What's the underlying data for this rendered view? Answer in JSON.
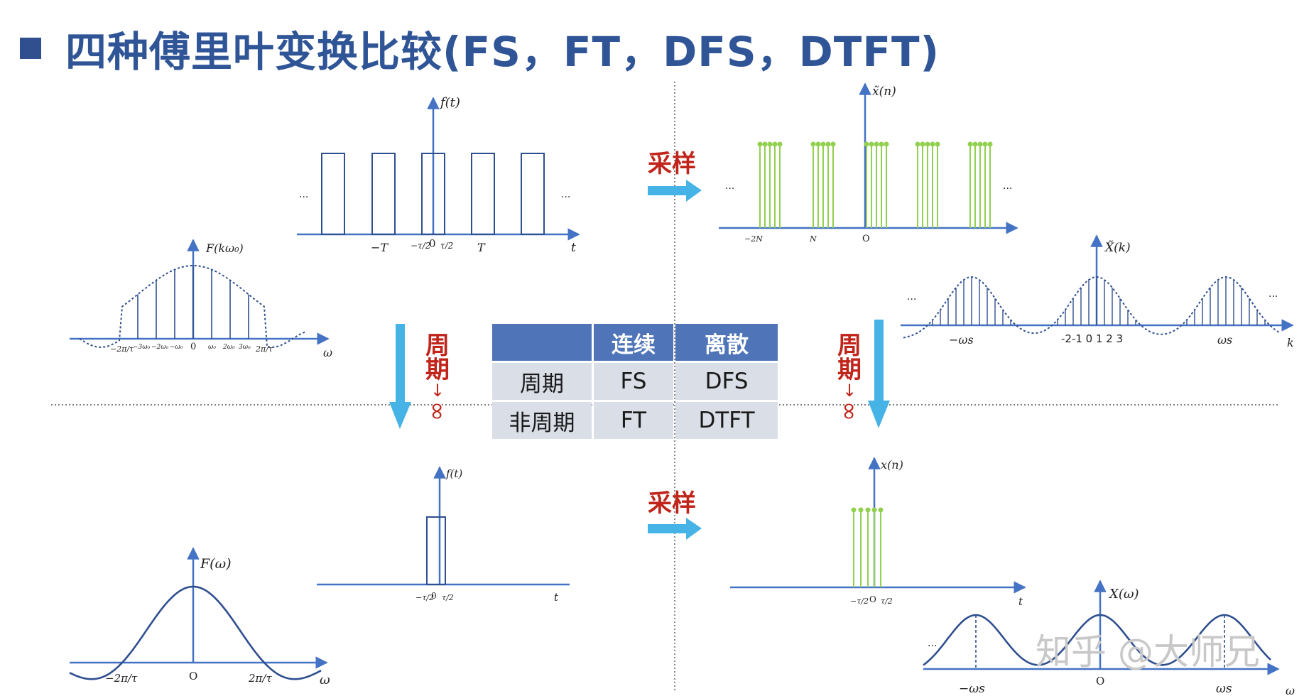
{
  "title": "四种傅里叶变换比较(FS，FT，DFS，DTFT)",
  "colors": {
    "title": "#2F5597",
    "axis": "#4472C4",
    "stem": "#92D050",
    "arrow": "#46B3E6",
    "red": "#C0241A",
    "header": "#4F74B8",
    "cell": "#D9DEE7"
  },
  "table": {
    "headers": [
      "",
      "连续",
      "离散"
    ],
    "rows": [
      {
        "label": "周期",
        "continuous": "FS",
        "discrete": "DFS"
      },
      {
        "label": "非周期",
        "continuous": "FT",
        "discrete": "DTFT"
      }
    ]
  },
  "labels": {
    "sampling": "采样",
    "periodic_top": "周",
    "periodic_bottom": "期",
    "to_inf_arrow": "↓",
    "inf": "∞",
    "ellipsis": "..."
  },
  "fs_time": {
    "ylabel": "f(t)",
    "xlabel": "t",
    "ticks": [
      "−T",
      "−τ/2",
      "0",
      "τ/2",
      "T"
    ]
  },
  "fs_freq": {
    "ylabel": "F(kω₀)",
    "xlabel": "ω",
    "ticks": [
      "−2π/τ",
      "−3ω₀",
      "−2ω₀",
      "−ω₀",
      "0",
      "ω₀",
      "2ω₀",
      "3ω₀",
      "2π/τ"
    ]
  },
  "dfs_time": {
    "ylabel": "x̃(n)",
    "ticks": [
      "−2N",
      "N",
      "O"
    ]
  },
  "dfs_freq": {
    "ylabel": "X̃(k)",
    "xlabel": "k",
    "ticks": [
      "−ωs",
      "-2-1 0 1 2 3",
      "ωs"
    ]
  },
  "ft_time": {
    "ylabel": "f(t)",
    "xlabel": "t",
    "ticks": [
      "−τ/2",
      "0",
      "τ/2"
    ]
  },
  "ft_freq": {
    "ylabel": "F(ω)",
    "xlabel": "ω",
    "ticks": [
      "−2π/τ",
      "O",
      "2π/τ"
    ]
  },
  "dtft_time": {
    "ylabel": "x(n)",
    "xlabel": "t",
    "ticks": [
      "−τ/2",
      "O",
      "τ/2"
    ]
  },
  "dtft_freq": {
    "ylabel": "X(ω)",
    "xlabel": "ω",
    "ticks": [
      "−ωs",
      "O",
      "ωs"
    ]
  },
  "watermark": "知乎 @大师兄"
}
